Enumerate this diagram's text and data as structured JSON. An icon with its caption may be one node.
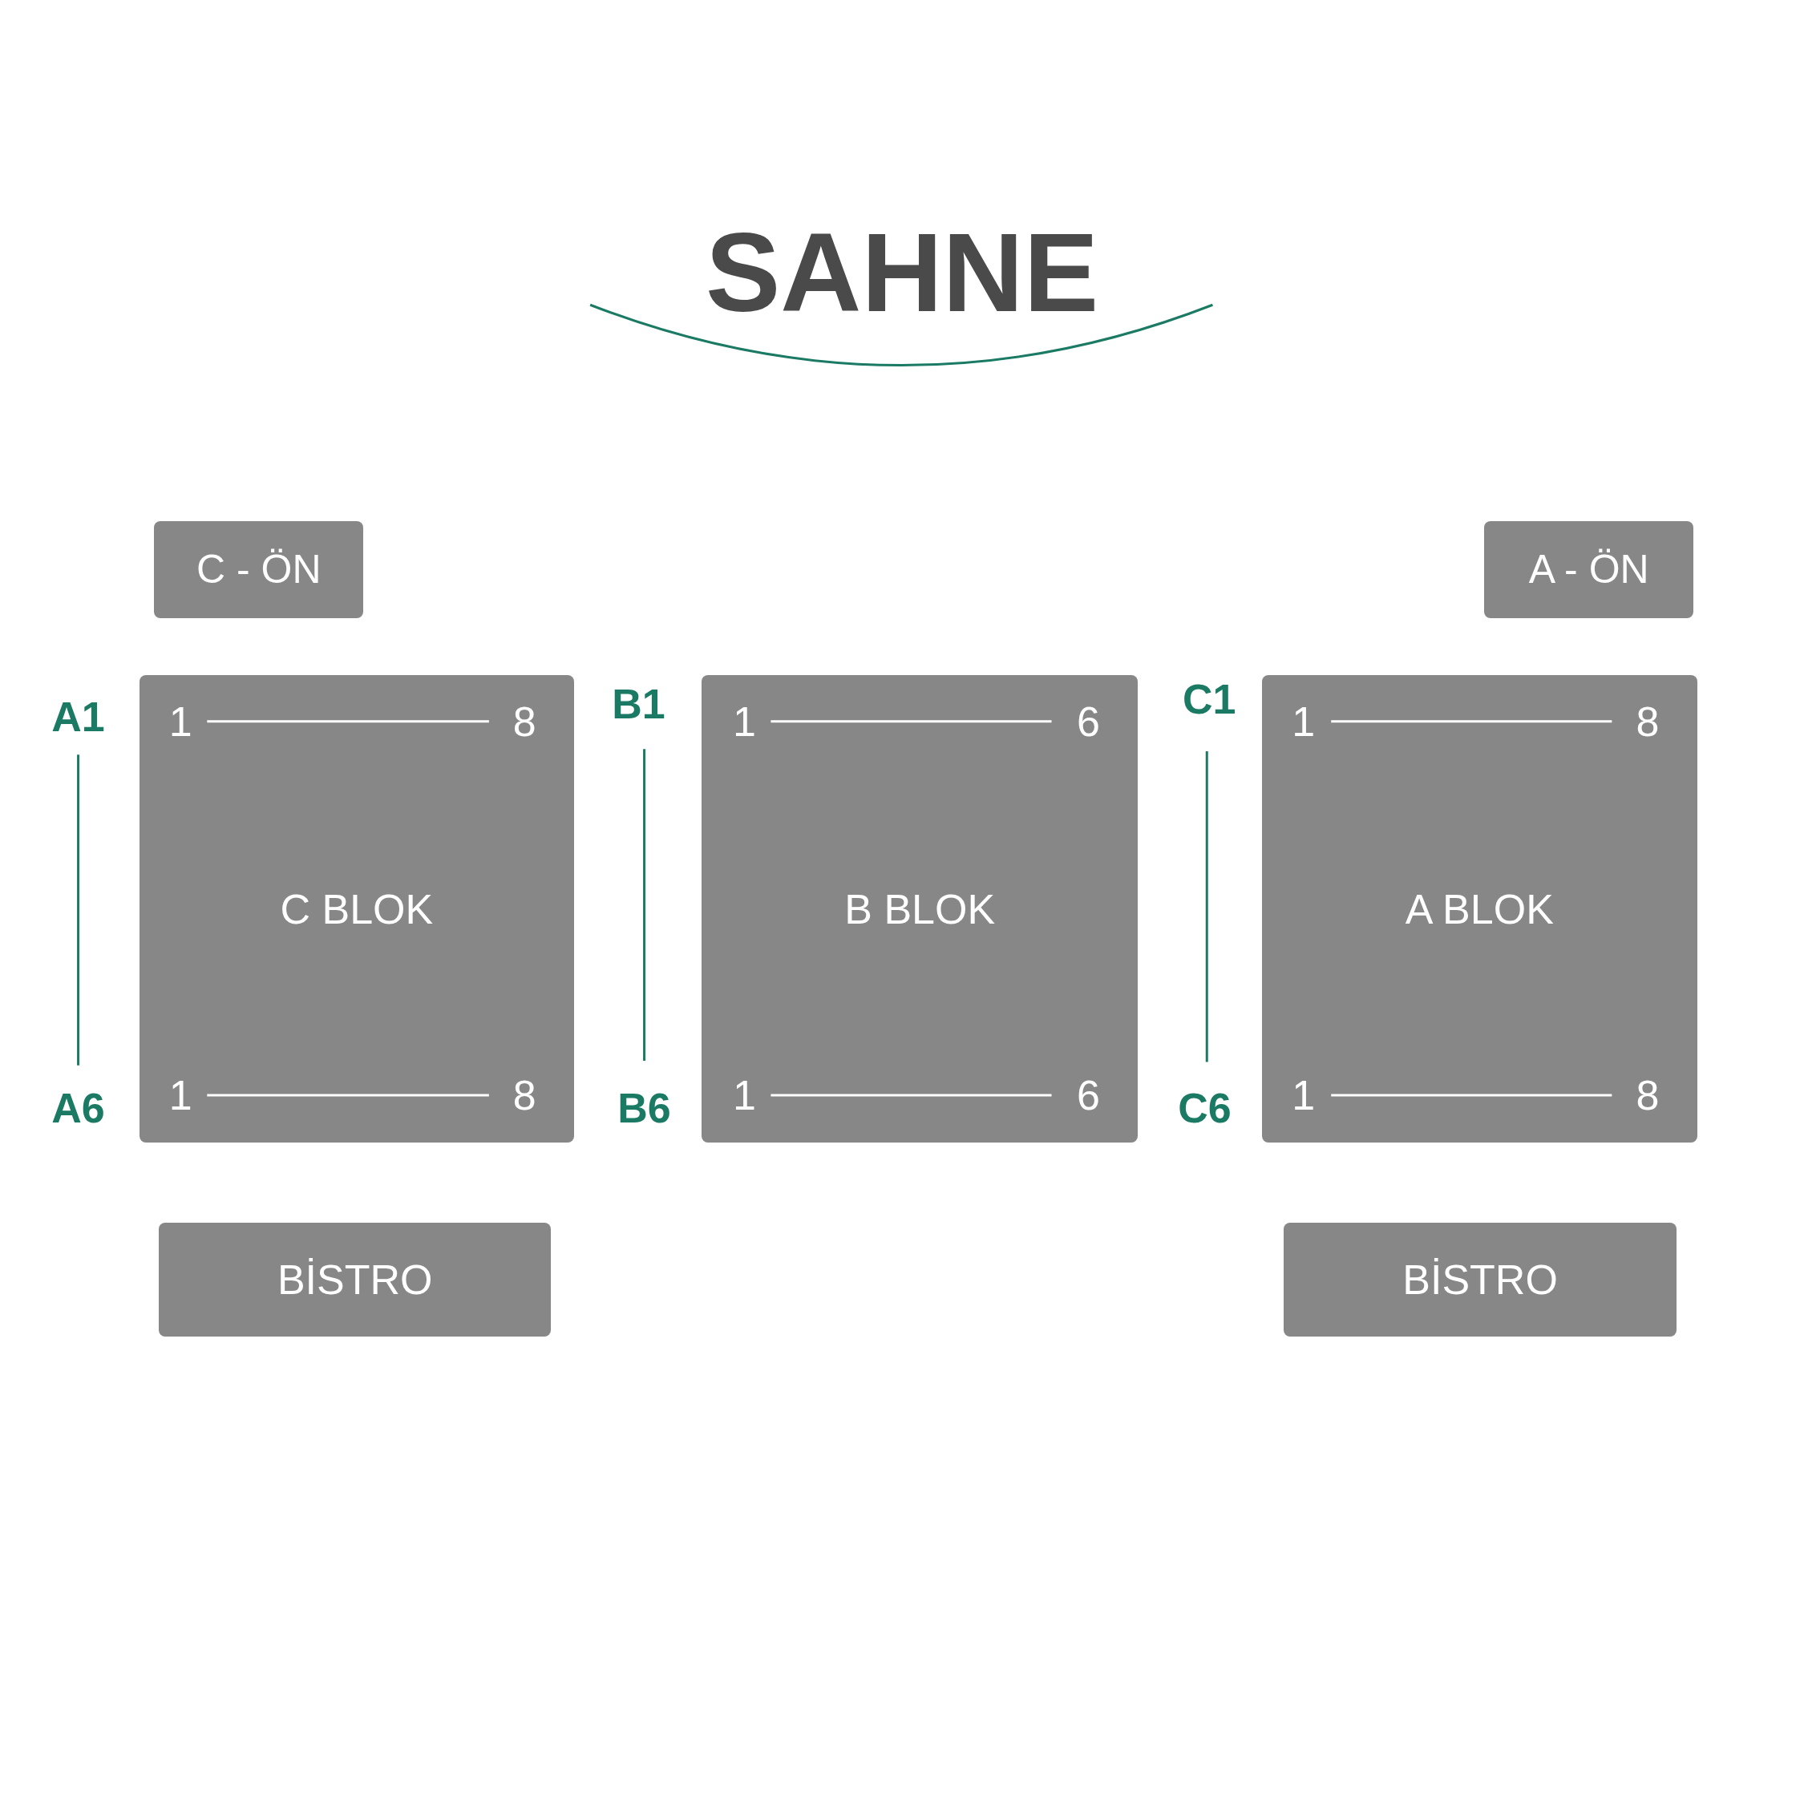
{
  "diagram": {
    "title": "SAHNE",
    "nodes": [
      {
        "text": [
          "C - ÖN"
        ]
      },
      {
        "text": [
          "A - ÖN"
        ]
      },
      {
        "text": [
          "C BLOK"
        ]
      },
      {
        "text": [
          "B BLOK"
        ]
      },
      {
        "text": [
          "A BLOK"
        ]
      },
      {
        "text": [
          "BİSTRO"
        ]
      },
      {
        "text": [
          "BİSTRO"
        ]
      }
    ],
    "edges": [],
    "labels": [
      "A1",
      "1",
      "8",
      "B1",
      "1",
      "6",
      "C1",
      "1",
      "8",
      "A6",
      "1",
      "8",
      "B6",
      "1",
      "6",
      "C6",
      "1",
      "8"
    ]
  }
}
